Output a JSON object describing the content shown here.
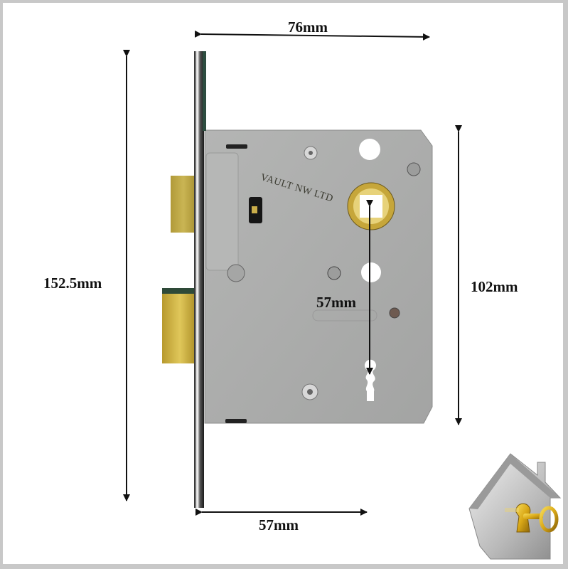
{
  "diagram": {
    "subject": "Mortice sash lock case with dimensions",
    "engraving": "VAULT NW LTD",
    "dimensions": {
      "faceplate_width": "76mm",
      "faceplate_height": "152.5mm",
      "case_height": "102mm",
      "backset": "57mm",
      "centres": "57mm"
    },
    "logo": "house-with-key-icon"
  },
  "colors": {
    "border": "#c8c8c8",
    "case": "#a9aaa9",
    "brass": "#c9a832",
    "arrow": "#111111"
  }
}
